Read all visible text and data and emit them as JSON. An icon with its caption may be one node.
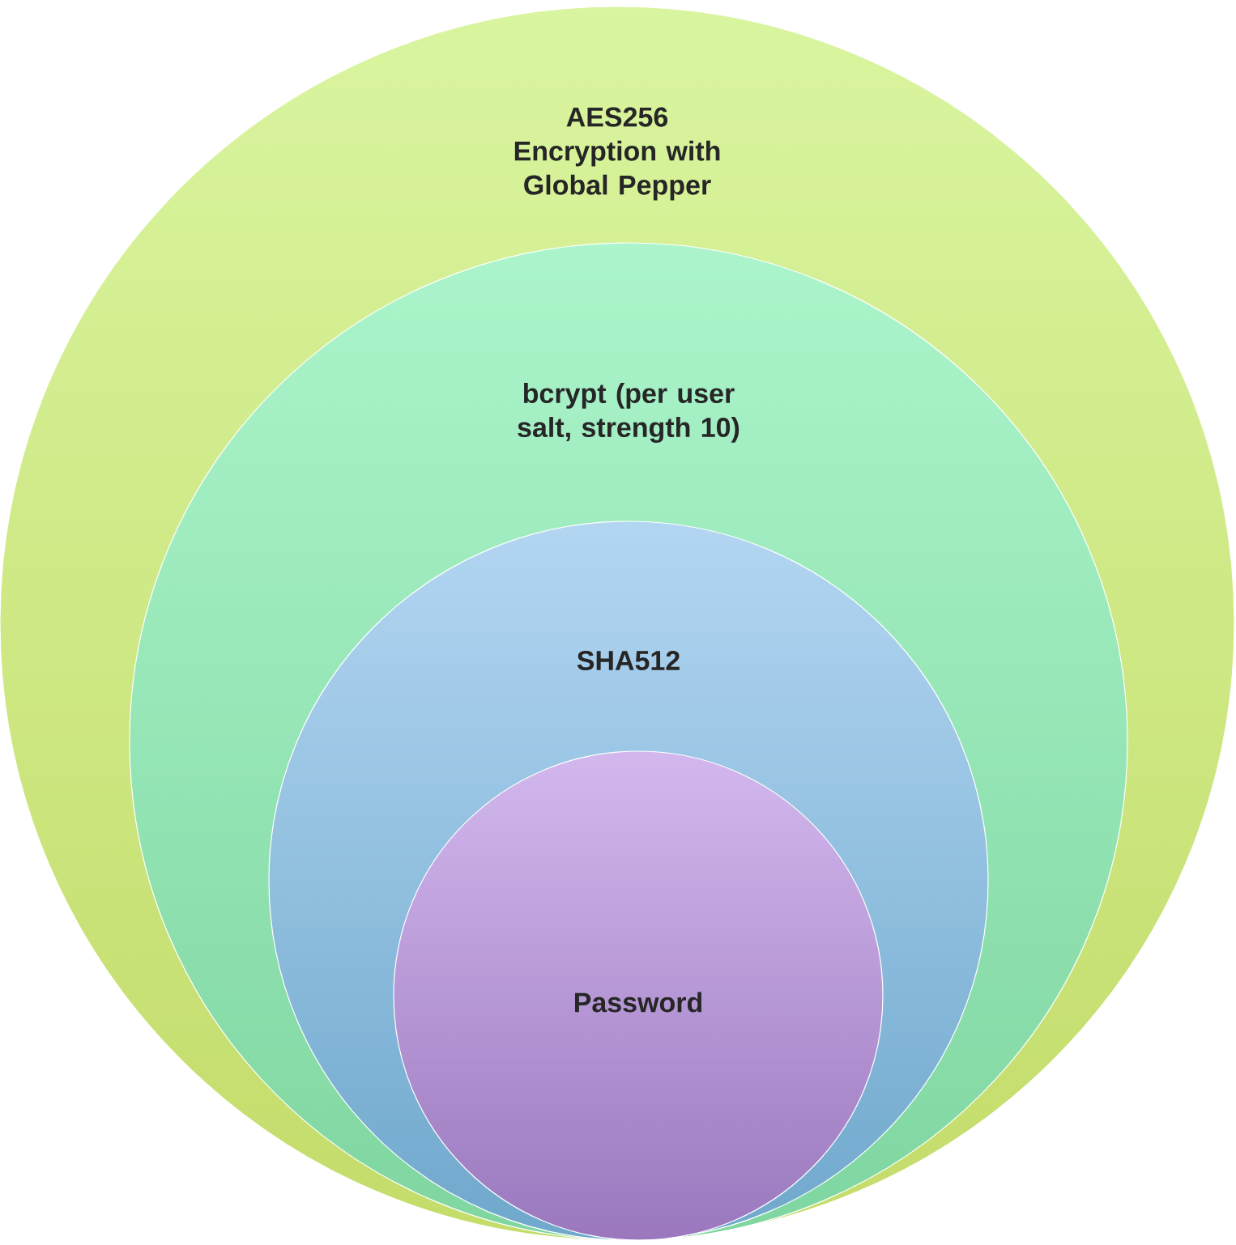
{
  "diagram": {
    "nodes": [
      {
        "text": [
          "AES256 Encryption with Global Pepper"
        ]
      },
      {
        "text": [
          "bcrypt (per user salt, strength 10)"
        ],
        "in": 0
      },
      {
        "text": [
          "SHA512"
        ],
        "in": 1
      },
      {
        "text": [
          "Password"
        ],
        "in": 2
      }
    ]
  }
}
